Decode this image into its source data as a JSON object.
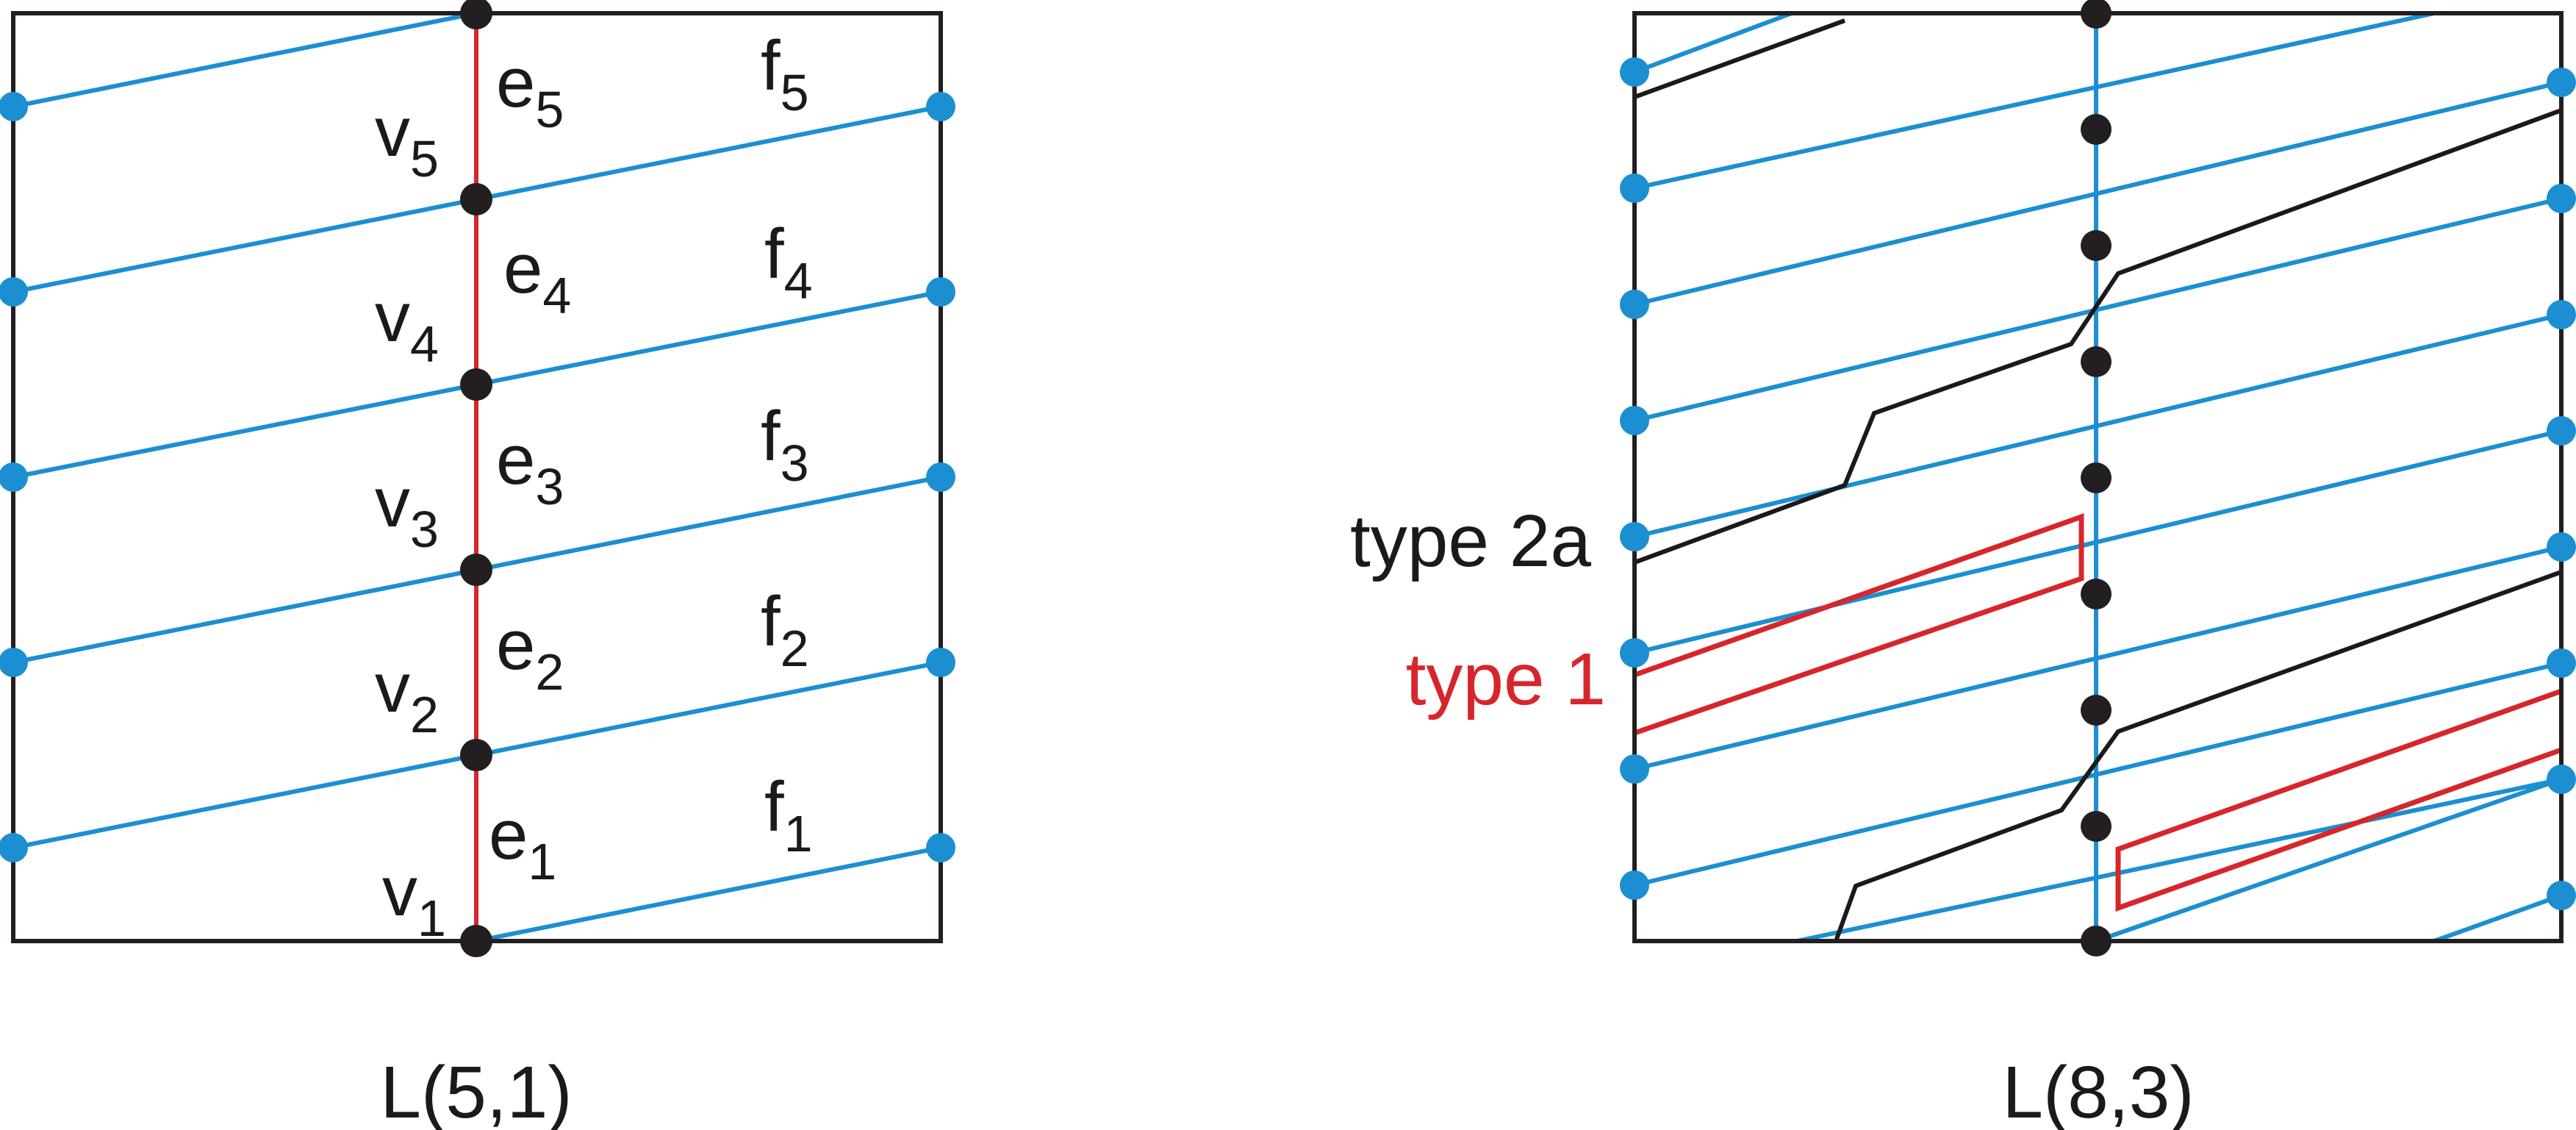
{
  "colors": {
    "frame": "#231f20",
    "blue": "#1b8fd1",
    "red": "#d7262b",
    "black_curve": "#1a1a1a",
    "vertex": "#231f20"
  },
  "left_panel": {
    "caption": "L(5,1)",
    "vertices": [
      {
        "base": "v",
        "sub": "1"
      },
      {
        "base": "v",
        "sub": "2"
      },
      {
        "base": "v",
        "sub": "3"
      },
      {
        "base": "v",
        "sub": "4"
      },
      {
        "base": "v",
        "sub": "5"
      }
    ],
    "edges": [
      {
        "base": "e",
        "sub": "1"
      },
      {
        "base": "e",
        "sub": "2"
      },
      {
        "base": "e",
        "sub": "3"
      },
      {
        "base": "e",
        "sub": "4"
      },
      {
        "base": "e",
        "sub": "5"
      }
    ],
    "faces": [
      {
        "base": "f",
        "sub": "1"
      },
      {
        "base": "f",
        "sub": "2"
      },
      {
        "base": "f",
        "sub": "3"
      },
      {
        "base": "f",
        "sub": "4"
      },
      {
        "base": "f",
        "sub": "5"
      }
    ]
  },
  "right_panel": {
    "caption": "L(8,3)",
    "legend": [
      {
        "label": "type 2a",
        "color_key": "black_curve"
      },
      {
        "label": "type 1",
        "color_key": "red"
      }
    ]
  }
}
